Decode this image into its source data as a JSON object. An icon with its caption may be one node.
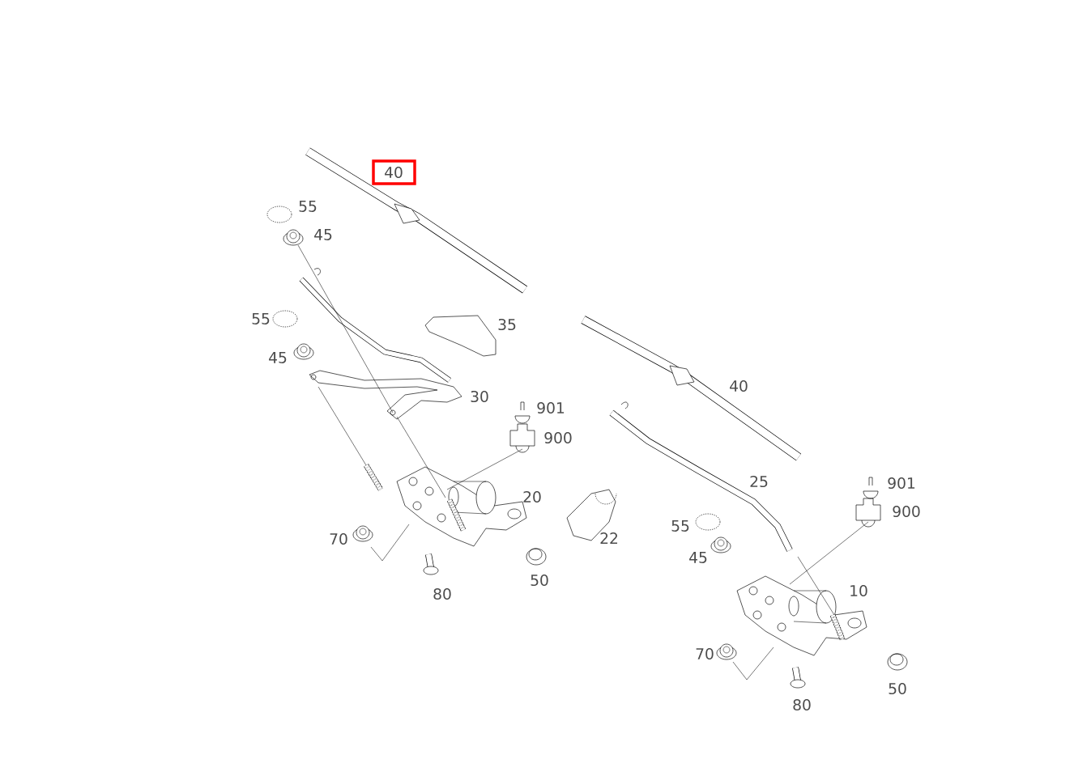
{
  "diagram": {
    "labels": [
      "40",
      "55",
      "45",
      "55",
      "35",
      "45",
      "40",
      "30",
      "901",
      "900",
      "25",
      "901",
      "20",
      "900",
      "55",
      "22",
      "70",
      "45",
      "50",
      "10",
      "80",
      "70",
      "50",
      "80"
    ]
  }
}
